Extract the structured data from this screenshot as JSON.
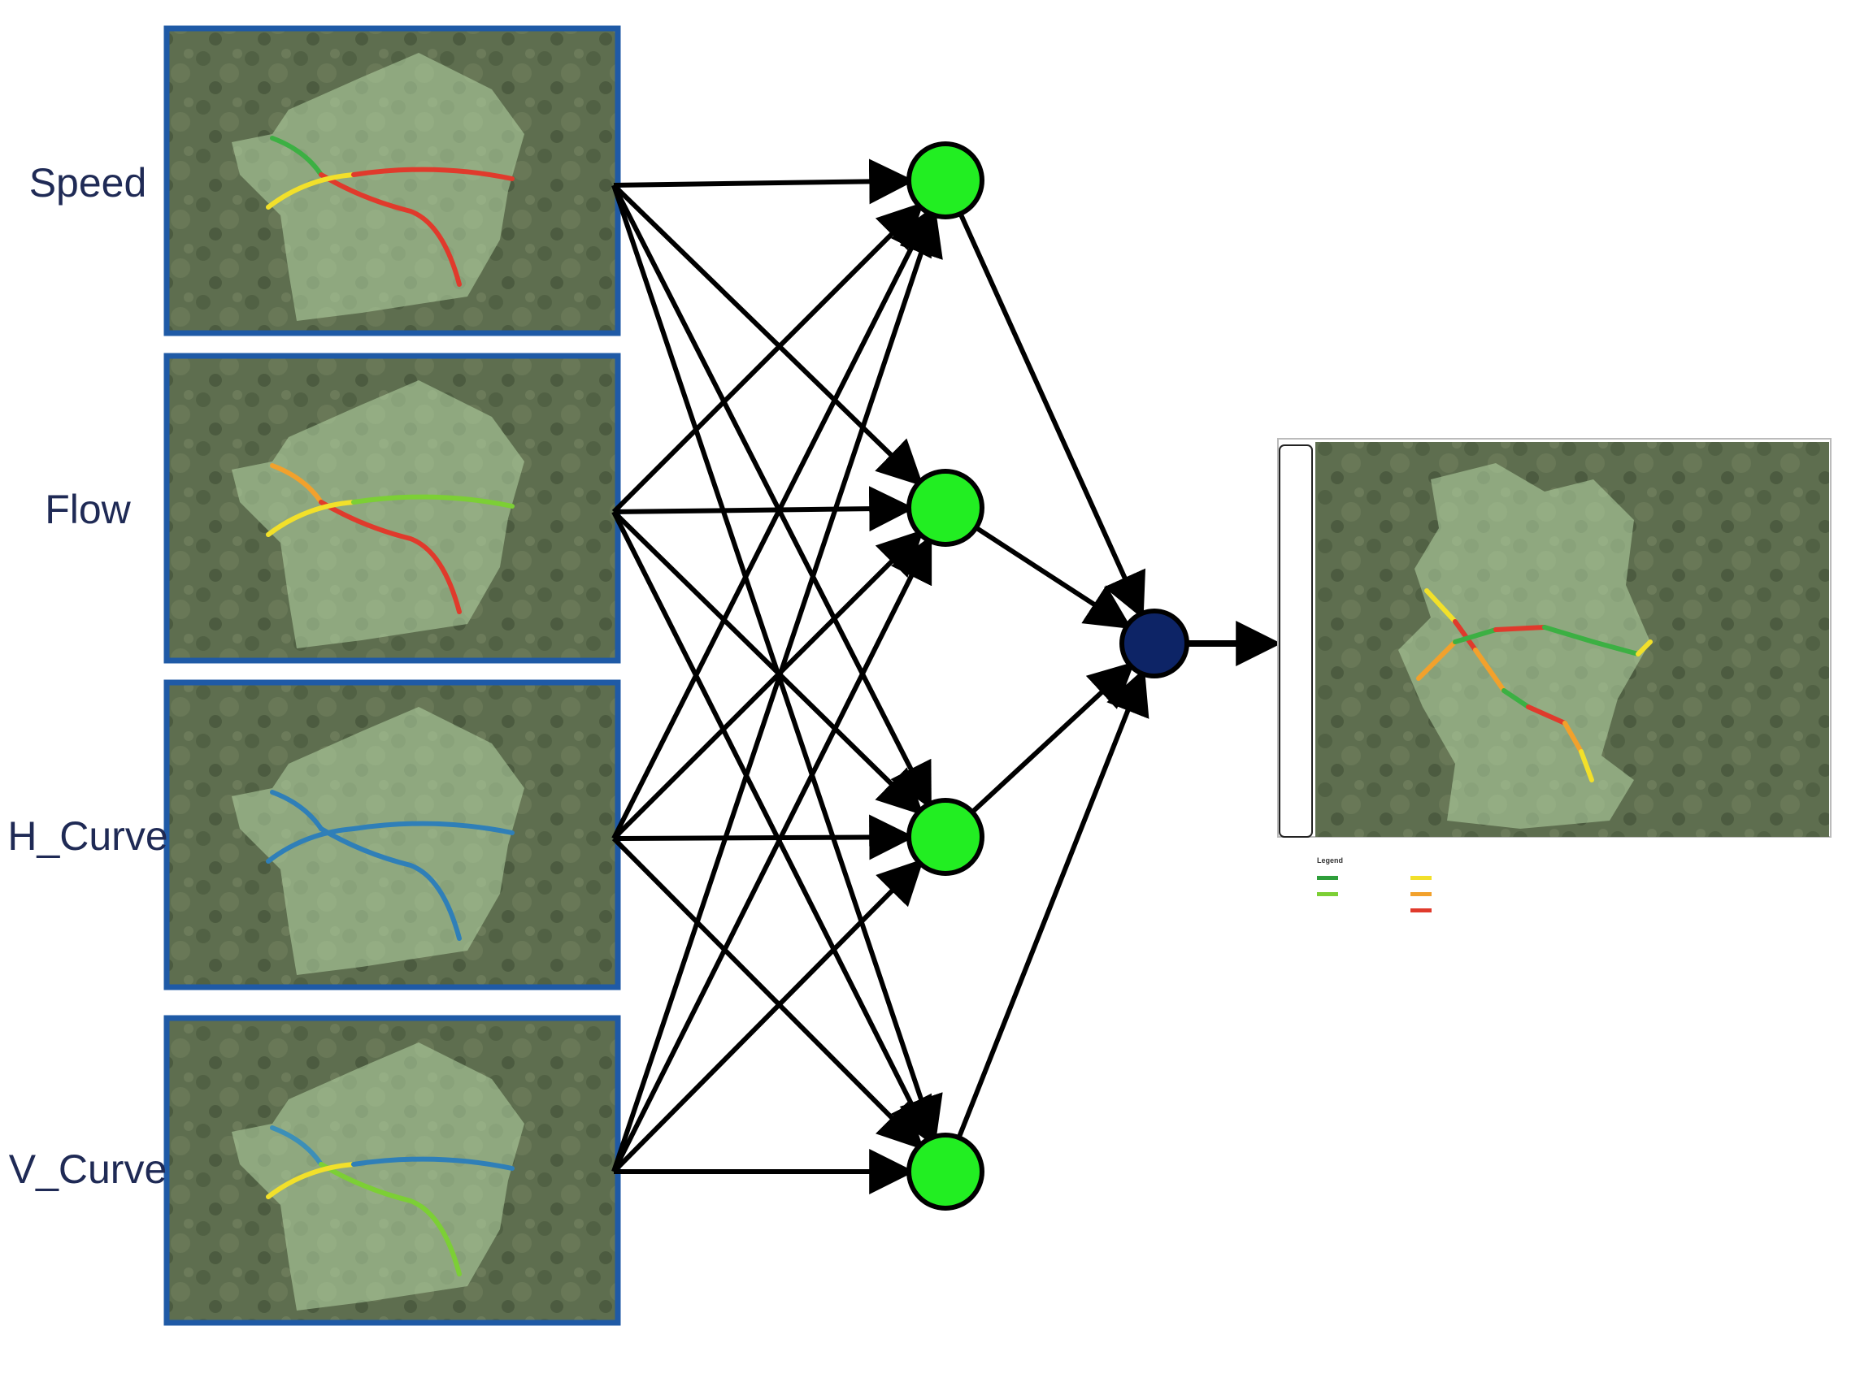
{
  "inputs": [
    {
      "label": "Speed",
      "route_colors": [
        "#3cb043",
        "#e03a2c",
        "#f2e02a",
        "#e03a2c"
      ]
    },
    {
      "label": "Flow",
      "route_colors": [
        "#f2a12c",
        "#e03a2c",
        "#f2e02a",
        "#7ccf35"
      ]
    },
    {
      "label": "H_Curve",
      "route_colors": [
        "#2f7fb8",
        "#2f7fb8",
        "#2f7fb8",
        "#2f7fb8"
      ]
    },
    {
      "label": "V_Curve",
      "route_colors": [
        "#3c8fb8",
        "#7ccf35",
        "#f2e02a",
        "#2f7fb8"
      ]
    }
  ],
  "hidden_layer": {
    "count": 4,
    "color": "#22ee22"
  },
  "output_node": {
    "color": "#0d2466"
  },
  "frame_color": "#1f5aa6",
  "output_map": {
    "legend": {
      "heading": "Legend",
      "items": [
        {
          "color": "#2e9e3a",
          "label": ""
        },
        {
          "color": "#f2e02a",
          "label": ""
        },
        {
          "color": "#7ccf35",
          "label": ""
        },
        {
          "color": "#f2a12c",
          "label": ""
        },
        {
          "color": "#e03a2c",
          "label": ""
        }
      ]
    }
  }
}
